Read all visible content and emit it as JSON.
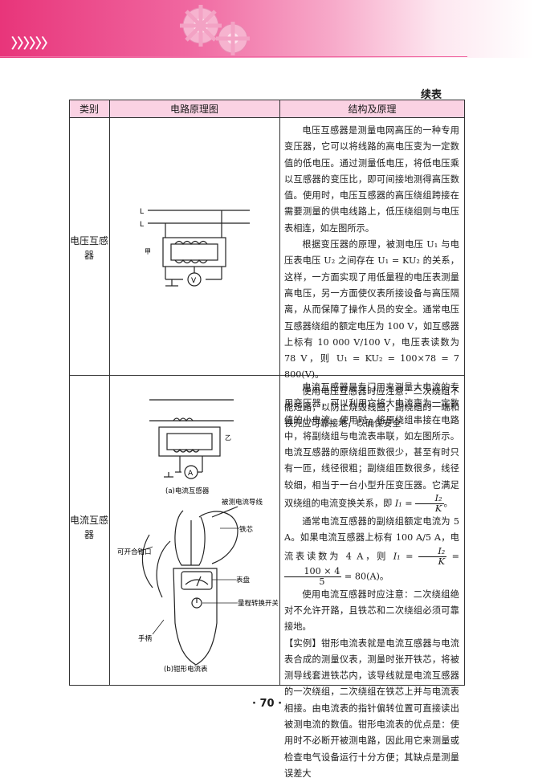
{
  "header": {
    "chevrons": "〉〉〉〉〉〉"
  },
  "continued_label": "续表",
  "table": {
    "headers": [
      "类别",
      "电路原理图",
      "结构及原理"
    ],
    "rows": [
      {
        "category": "电压互感器",
        "diagram_labels": {
          "l1": "L",
          "l2": "L",
          "side": "甲",
          "meter": "V"
        },
        "p1": "电压互感器是测量电网高压的一种专用变压器，它可以将线路的高电压变为一定数值的低电压。通过测量低电压，将低电压乘以互感器的变压比，即可间接地测得高压数值。使用时，电压互感器的高压绕组跨接在需要测量的供电线路上，低压绕组则与电压表相连，如左图所示。",
        "p2": "根据变压器的原理，被测电压 U₁ 与电压表电压 U₂ 之间存在 U₁ = KU₂ 的关系，这样，一方面实现了用低量程的电压表测量高电压，另一方面使仪表所接设备与高压隔离，从而保障了操作人员的安全。通常电压互感器绕组的额定电压为 100 V，如互感器上标有 10 000 V/100 V，电压表读数为 78 V，则 U₁ = KU₂ = 100×78 = 7 800(V)。",
        "p3": "使用电压互感器时应注意：二次绕组不能短路，以防止烧毁线圈；副绕组的一端和铁壳应可靠接地，以确保安全"
      },
      {
        "category": "电流互感器",
        "diagram_labels": {
          "side": "乙",
          "meter": "A",
          "caption_a": "(a)电流互感器",
          "caption_b": "(b)钳形电流表",
          "callout_wire": "被测电流导线",
          "callout_core": "铁芯",
          "callout_jaw": "可开合钳口",
          "callout_dial": "表盘",
          "callout_switch": "量程转换开关",
          "callout_handle": "手柄"
        },
        "p1": "电流互感器是专门用来测量大电流的专用变压器，可以利用它将大电流变为一定数值的小电流。使用时，将原绕组串接在电路中，将副绕组与电流表串联，如左图所示。电流互感器的原绕组匝数很少，甚至有时只有一匝，线径很粗；副绕组匝数很多，线径较细，相当于一台小型升压变压器。它满足双绕组的电流变换关系，即",
        "p1_formula": {
          "lhs": "I₁ =",
          "num": "I₂",
          "den": "K"
        },
        "p2_a": "通常电流互感器的副绕组额定电流为 5 A。如果电流互感器上标有 100 A/5 A，电流表读数为 4 A，则",
        "p2_formula": {
          "lhs": "I₁ =",
          "num1": "I₂",
          "den1": "K",
          "num2": "100 × 4",
          "den2": "5",
          "tail": "= 80(A)。"
        },
        "p3": "使用电流互感器时应注意：二次绕组绝对不允许开路，且铁芯和二次绕组必须可靠接地。",
        "p4": "【实例】钳形电流表就是电流互感器与电流表合成的测量仪表，测量时张开铁芯，将被测导线套进铁芯内，该导线就是电流互感器的一次绕组，二次绕组在铁芯上并与电流表相接。由电流表的指针偏转位置可直接读出被测电流的数值。钳形电流表的优点是：使用时不必断开被测电路，因此用它来测量或检查电气设备运行十分方便；其缺点是测量误差大"
      }
    ]
  },
  "page_number": "· 70 ·"
}
